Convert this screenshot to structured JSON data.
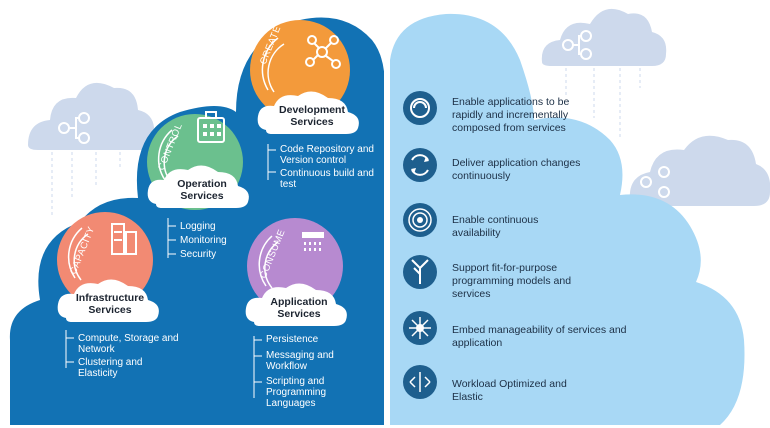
{
  "colors": {
    "left_panel": "#1272b4",
    "right_panel": "#a8d8f5",
    "white_cloud": "#ffffff",
    "pale_cloud": "#cdd9ec",
    "orange": "#f39a3b",
    "green": "#6bc08e",
    "salmon": "#f28a73",
    "purple": "#b78ad0",
    "benefit_icon": "#1e5f8e"
  },
  "services": [
    {
      "title": "Development Services",
      "arc_label": "CREATE",
      "badge_icon": "molecule-icon",
      "items": [
        "Code Repository and Version control",
        "Continuous build and test"
      ]
    },
    {
      "title": "Operation Services",
      "arc_label": "CONTROL",
      "badge_icon": "control-panel-icon",
      "items": [
        "Logging",
        "Monitoring",
        "Security"
      ]
    },
    {
      "title": "Infrastructure Services",
      "arc_label": "CAPACITY",
      "badge_icon": "server-rack-icon",
      "items": [
        "Compute, Storage and Network",
        "Clustering and Elasticity"
      ]
    },
    {
      "title": "Application Services",
      "arc_label": "CONSUME",
      "badge_icon": "shower-icon",
      "items": [
        "Persistence",
        "Messaging and Workflow",
        "Scripting and Programming Languages"
      ]
    }
  ],
  "benefits": [
    {
      "text": "Enable applications to be rapidly and incrementally composed from services",
      "icon": "swirl-icon"
    },
    {
      "text": "Deliver application changes continuously",
      "icon": "cycle-arrows-icon"
    },
    {
      "text": "Enable continuous availability",
      "icon": "concentric-rings-icon"
    },
    {
      "text": "Support fit-for-purpose programming models and services",
      "icon": "branching-icon"
    },
    {
      "text": "Embed manageability of services and application",
      "icon": "gear-network-icon"
    },
    {
      "text": "Workload Optimized and Elastic",
      "icon": "expand-arrows-icon"
    }
  ]
}
